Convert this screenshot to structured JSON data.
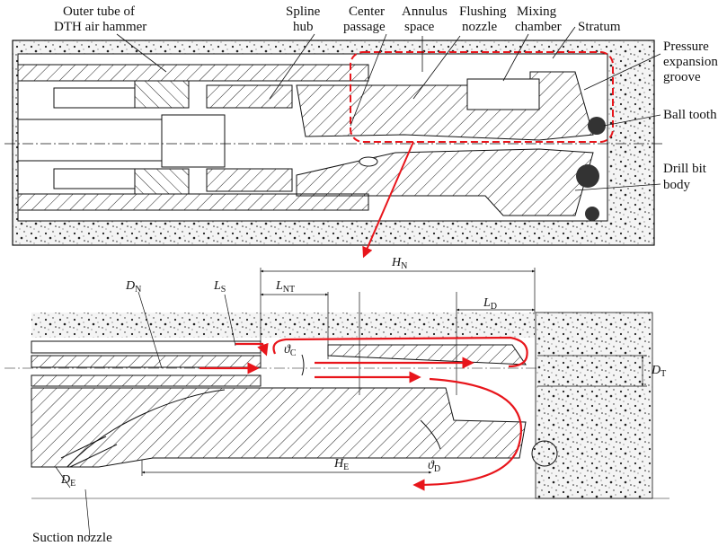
{
  "top_labels": {
    "outer_tube_line1": "Outer tube of",
    "outer_tube_line2": "DTH air hammer",
    "spline_line1": "Spline",
    "spline_line2": "hub",
    "center_line1": "Center",
    "center_line2": "passage",
    "annulus_line1": "Annulus",
    "annulus_line2": "space",
    "flushing_line1": "Flushing",
    "flushing_line2": "nozzle",
    "mixing_line1": "Mixing",
    "mixing_line2": "chamber",
    "stratum": "Stratum",
    "pressure_line1": "Pressure",
    "pressure_line2": "expansion",
    "pressure_line3": "groove",
    "ball_tooth": "Ball tooth",
    "drill_line1": "Drill bit",
    "drill_line2": "body"
  },
  "bottom_labels": {
    "suction_nozzle": "Suction nozzle"
  },
  "dims": {
    "HN": {
      "sym": "H",
      "sub": "N"
    },
    "DN": {
      "sym": "D",
      "sub": "N"
    },
    "LS": {
      "sym": "L",
      "sub": "S"
    },
    "LNT": {
      "sym": "L",
      "sub": "NT"
    },
    "LD": {
      "sym": "L",
      "sub": "D"
    },
    "DT": {
      "sym": "D",
      "sub": "T"
    },
    "HE": {
      "sym": "H",
      "sub": "E"
    },
    "DE": {
      "sym": "D",
      "sub": "E"
    },
    "thetaC": {
      "sym": "ϑ",
      "sub": "C"
    },
    "thetaD": {
      "sym": "ϑ",
      "sub": "D"
    }
  },
  "colors": {
    "flow": "#e8151b",
    "highlight": "#e8151b",
    "line": "#111111",
    "stratum": "#f2f2f2"
  }
}
